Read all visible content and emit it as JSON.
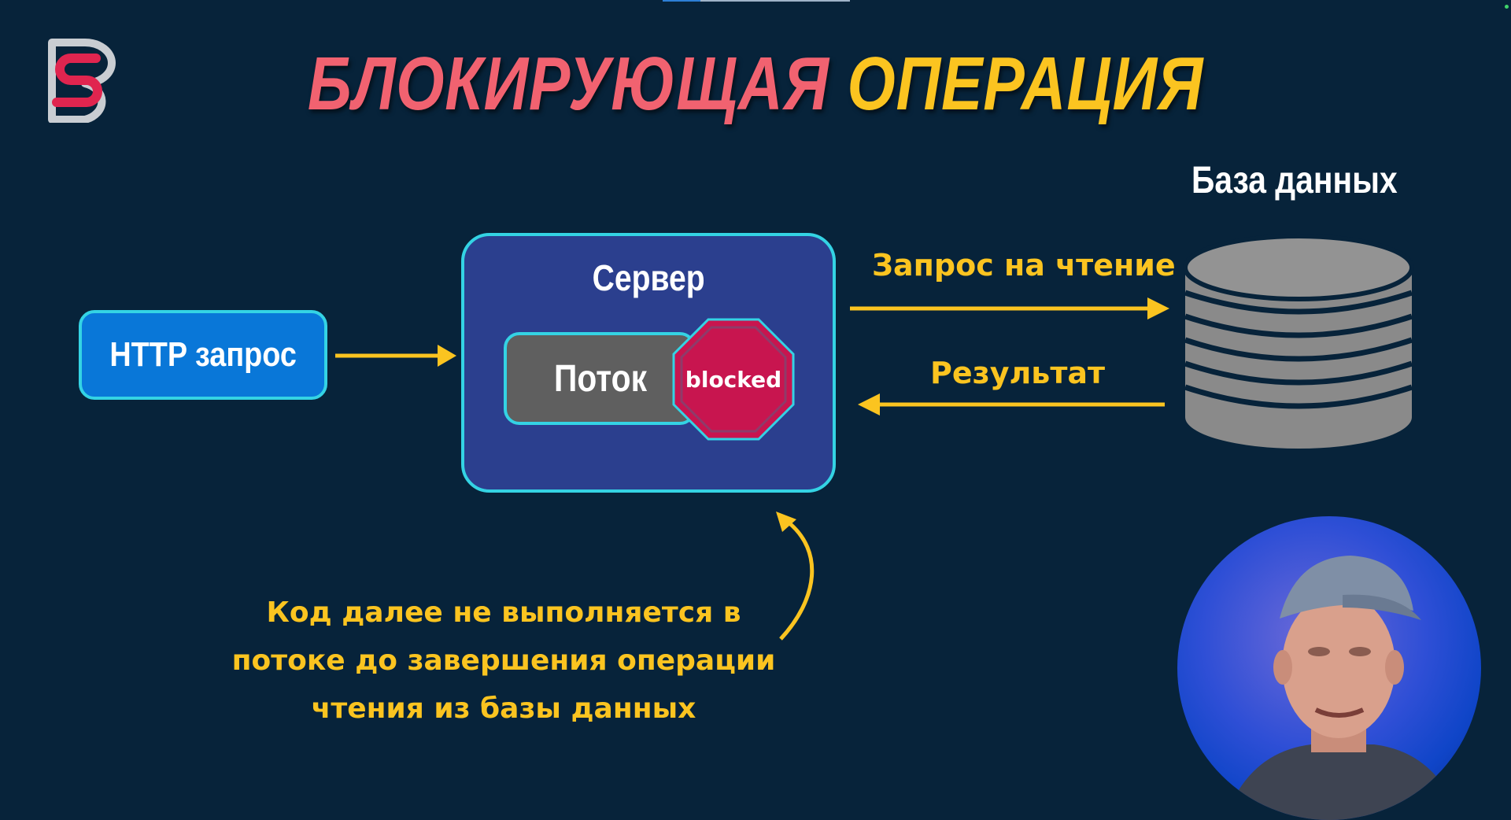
{
  "title": {
    "word1": "БЛОКИРУЮЩАЯ",
    "word2": "ОПЕРАЦИЯ"
  },
  "logo": {
    "icon": "channel-logo-icon"
  },
  "http_request": {
    "label": "HTTP запрос"
  },
  "server": {
    "label": "Сервер",
    "thread_label": "Поток",
    "stop_label": "blocked"
  },
  "database": {
    "title": "База данных",
    "icon": "database-icon"
  },
  "arrows": {
    "request_label": "Запрос на чтение",
    "result_label": "Результат"
  },
  "note": {
    "line1": "Код далее не выполняется в",
    "line2": "потоке до завершения операции",
    "line3": "чтения из базы данных"
  },
  "colors": {
    "background": "#07233a",
    "title_red": "#f16270",
    "title_yellow": "#fbc420",
    "http_box": "#0977d8",
    "server_box": "#2b3f8e",
    "thread_box": "#5f5f5f",
    "outline": "#34d3e4",
    "stop_sign": "#c8154f",
    "arrow": "#fbc420",
    "database": "#8a8a8a"
  }
}
